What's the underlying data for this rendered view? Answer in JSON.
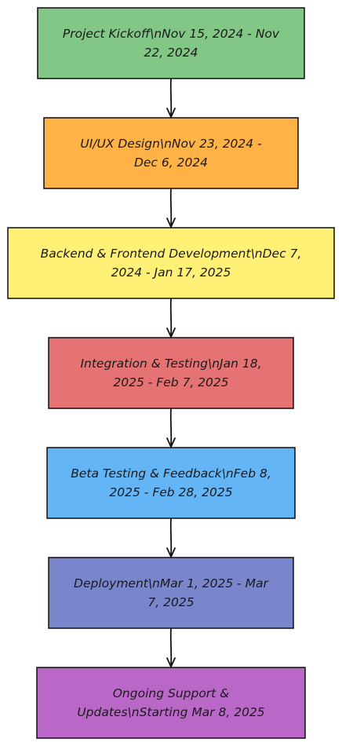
{
  "diagram": {
    "nodes": [
      {
        "id": "kickoff",
        "lines": [
          "Project Kickoff\\nNov 15, 2024 - Nov",
          "22, 2024"
        ],
        "color": "#82c785"
      },
      {
        "id": "uiux",
        "lines": [
          "UI/UX Design\\nNov 23, 2024 -",
          "Dec 6, 2024"
        ],
        "color": "#ffb347"
      },
      {
        "id": "development",
        "lines": [
          "Backend & Frontend Development\\nDec 7,",
          "2024 - Jan 17, 2025"
        ],
        "color": "#fff176"
      },
      {
        "id": "integration",
        "lines": [
          "Integration & Testing\\nJan 18,",
          "2025 - Feb 7, 2025"
        ],
        "color": "#e57373"
      },
      {
        "id": "beta",
        "lines": [
          "Beta Testing & Feedback\\nFeb 8,",
          "2025 - Feb 28, 2025"
        ],
        "color": "#64b5f6"
      },
      {
        "id": "deployment",
        "lines": [
          "Deployment\\nMar 1, 2025 - Mar",
          "7, 2025"
        ],
        "color": "#7986cb"
      },
      {
        "id": "support",
        "lines": [
          "Ongoing Support &",
          "Updates\\nStarting Mar 8, 2025"
        ],
        "color": "#ba68c8"
      }
    ],
    "edges": [
      {
        "from": "kickoff",
        "to": "uiux"
      },
      {
        "from": "uiux",
        "to": "development"
      },
      {
        "from": "development",
        "to": "integration"
      },
      {
        "from": "integration",
        "to": "beta"
      },
      {
        "from": "beta",
        "to": "deployment"
      },
      {
        "from": "deployment",
        "to": "support"
      }
    ]
  }
}
